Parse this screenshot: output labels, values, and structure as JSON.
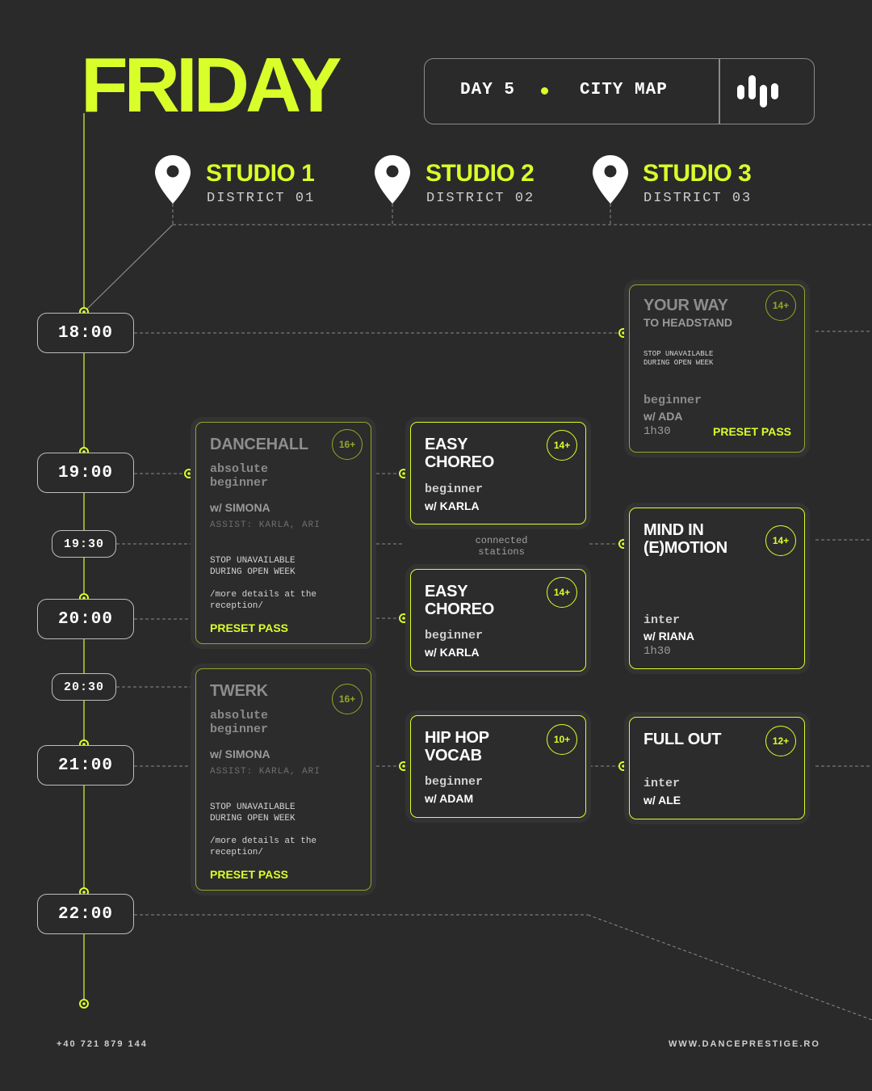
{
  "header": {
    "title": "FRIDAY",
    "day": "DAY 5",
    "map": "CITY MAP",
    "logo_icon": "dance-prestige-logo-icon",
    "accent_color": "#d9ff2a"
  },
  "studios": [
    {
      "name": "STUDIO 1",
      "district": "DISTRICT 01",
      "icon": "map-pin-icon"
    },
    {
      "name": "STUDIO 2",
      "district": "DISTRICT 02",
      "icon": "map-pin-icon"
    },
    {
      "name": "STUDIO 3",
      "district": "DISTRICT 03",
      "icon": "map-pin-icon"
    }
  ],
  "times": [
    "18:00",
    "19:00",
    "19:30",
    "20:00",
    "20:30",
    "21:00",
    "22:00"
  ],
  "classes": {
    "yourway": {
      "title": "YOUR WAY",
      "sub": "TO HEADSTAND",
      "age": "14+",
      "notice": "STOP UNAVAILABLE\nDURING OPEN WEEK",
      "level": "beginner",
      "teacher": "w/ ADA",
      "duration": "1h30",
      "pass": "PRESET PASS"
    },
    "dancehall": {
      "title": "DANCEHALL",
      "age": "16+",
      "level": "absolute\nbeginner",
      "teacher": "w/ SIMONA",
      "assist": "ASSIST: KARLA, ARI",
      "notice": "STOP UNAVAILABLE\nDURING OPEN WEEK",
      "details": "/more details at the\nreception/",
      "pass": "PRESET PASS"
    },
    "easy1": {
      "title": "EASY\nCHOREO",
      "age": "14+",
      "level": "beginner",
      "teacher": "w/ KARLA"
    },
    "easy2": {
      "title": "EASY\nCHOREO",
      "age": "14+",
      "level": "beginner",
      "teacher": "w/ KARLA"
    },
    "connected": "connected\nstations",
    "mind": {
      "title": "MIND IN\n(E)MOTION",
      "age": "14+",
      "level": "inter",
      "teacher": "w/ RIANA",
      "duration": "1h30"
    },
    "twerk": {
      "title": "TWERK",
      "age": "16+",
      "level": "absolute\nbeginner",
      "teacher": "w/ SIMONA",
      "assist": "ASSIST: KARLA, ARI",
      "notice": "STOP UNAVAILABLE\nDURING OPEN WEEK",
      "details": "/more details at the\nreception/",
      "pass": "PRESET PASS"
    },
    "hiphop": {
      "title": "HIP HOP\nVOCAB",
      "age": "10+",
      "level": "beginner",
      "teacher": "w/ ADAM"
    },
    "fullout": {
      "title": "FULL OUT",
      "age": "12+",
      "level": "inter",
      "teacher": "w/ ALE"
    }
  },
  "footer": {
    "phone": "+40 721 879 144",
    "website": "WWW.DANCEPRESTIGE.RO"
  }
}
